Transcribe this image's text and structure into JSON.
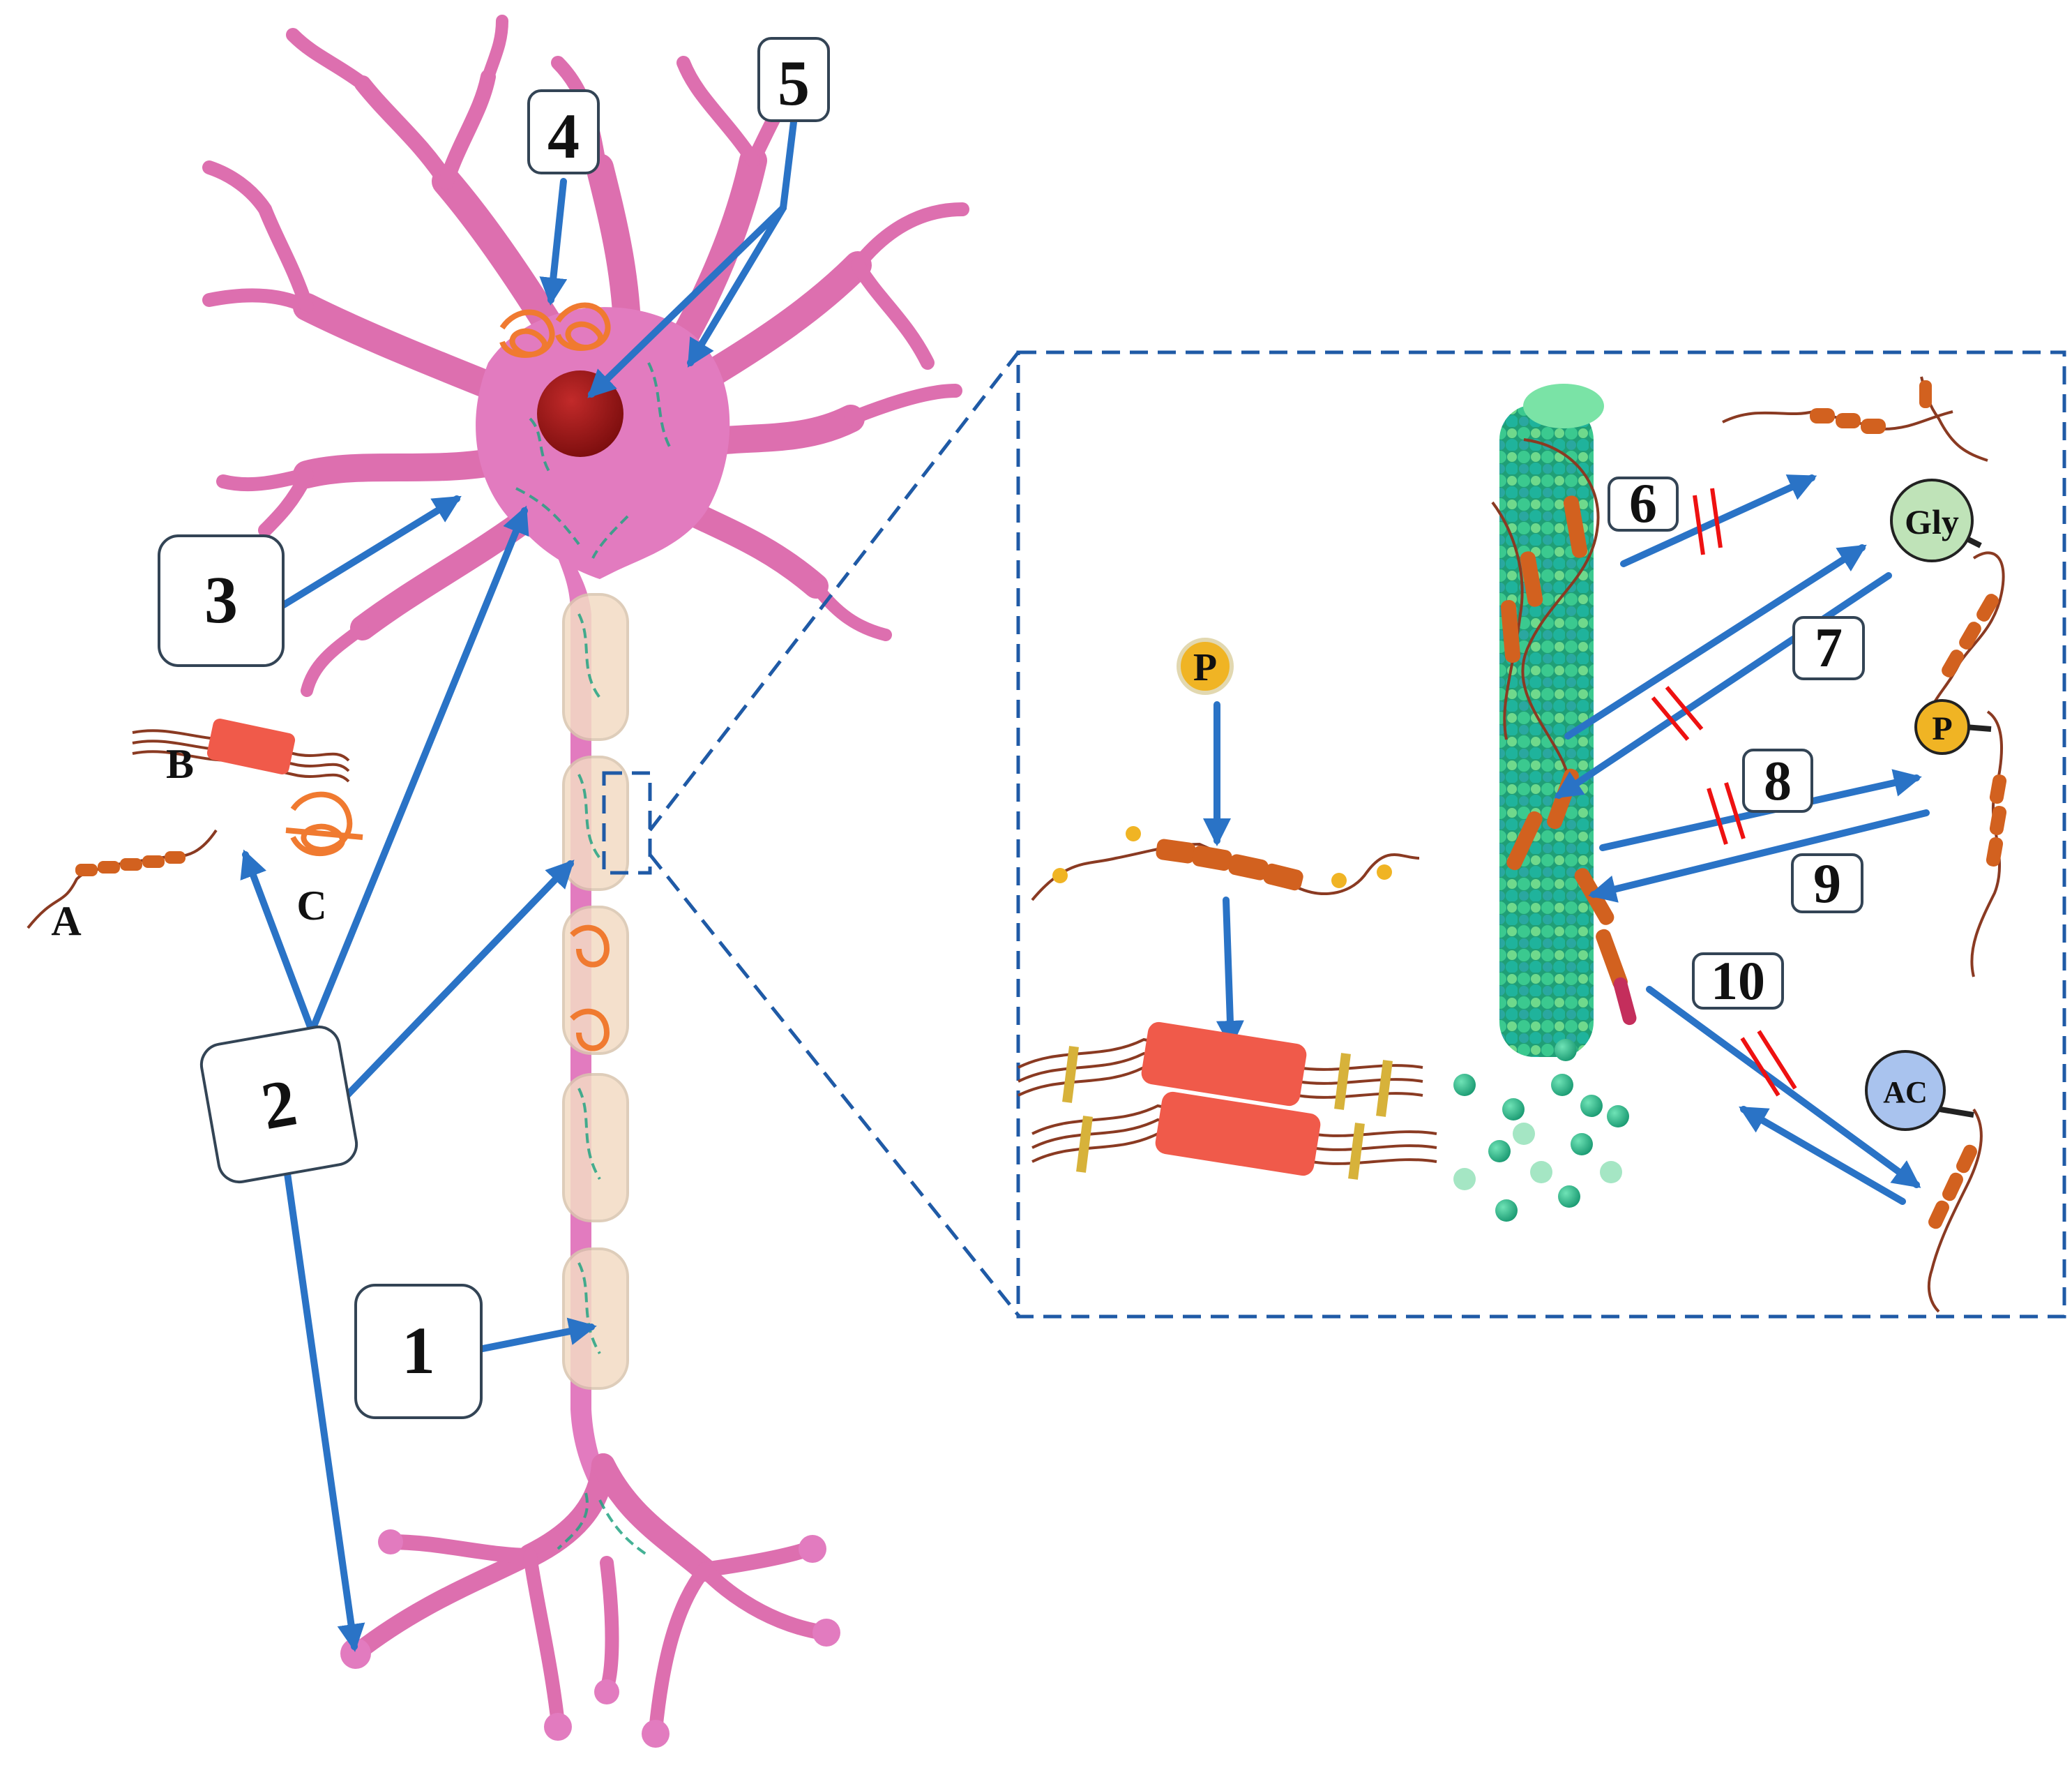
{
  "labels": {
    "n1": "1",
    "n2": "2",
    "n3": "3",
    "n4": "4",
    "n5": "5",
    "n6": "6",
    "n7": "7",
    "n8": "8",
    "n9": "9",
    "n10": "10",
    "A": "A",
    "B": "B",
    "C": "C"
  },
  "modifiers": {
    "phospho_center": "P",
    "gly": "Gly",
    "phospho_right": "P",
    "acetyl": "AC"
  },
  "colors": {
    "neuron": "#e27bbf",
    "nucleus": "#a11a1a",
    "arrow": "#2a73c6",
    "block": "#ee1111",
    "microtubule": "#2fbf8c",
    "tau": "#d2611f",
    "phosphate": "#f0b424",
    "gly_circle": "#bfe3b8",
    "ac_circle": "#a9c3ee",
    "inset_border": "#1f5aa6"
  }
}
